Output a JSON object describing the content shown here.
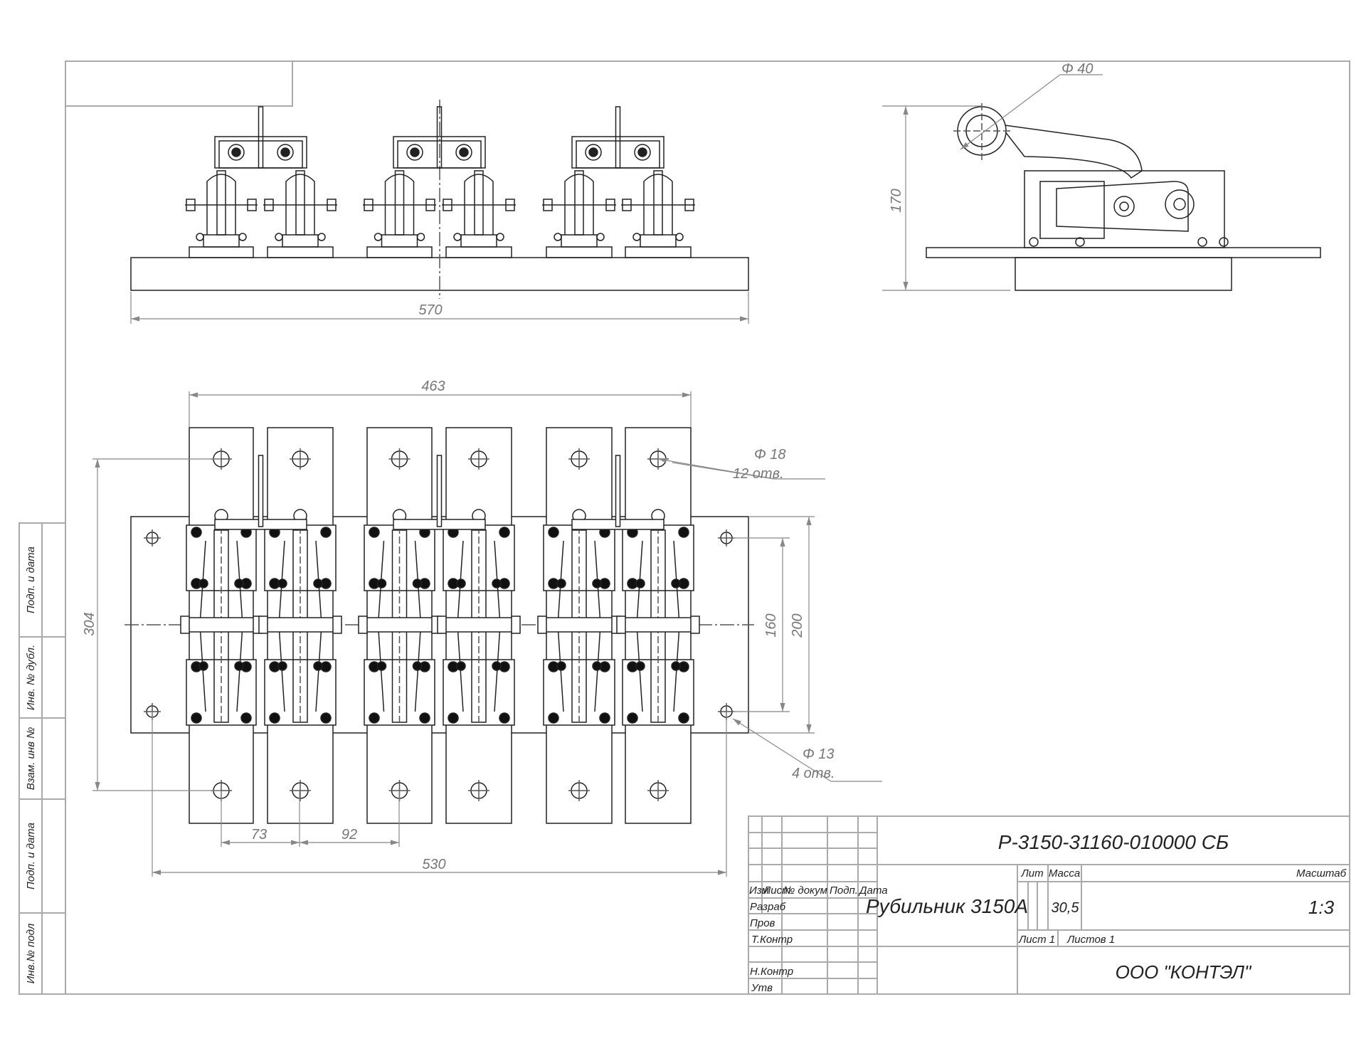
{
  "title_block": {
    "designation": "Р-3150-31160-010000 СБ",
    "name": "Рубильник 3150А",
    "company": "ООО \"КОНТЭЛ\"",
    "headers": {
      "izm": "Изм",
      "list": "Лист",
      "doc": "№ докум",
      "podp": "Подп.",
      "data": "Дата"
    },
    "roles": {
      "razrab": "Разраб",
      "prov": "Пров",
      "tkontr": "Т.Контр",
      "nkontr": "Н.Контр",
      "utv": "Утв"
    },
    "lit_label": "Лит",
    "mass_label": "Масса",
    "scale_label": "Масштаб",
    "mass": "30,5",
    "scale": "1:3",
    "sheet": "Лист 1",
    "sheets": "Листов 1"
  },
  "side_stamp": [
    "Подп. и дата",
    "Инв. № дубл.",
    "Взам. инв №",
    "Подп. и дата",
    "Инв.№ подл"
  ],
  "dimensions": {
    "front_width": "570",
    "side_height": "170",
    "handle_dia": "Φ 40",
    "busbar_span": "463",
    "hole18": "Φ 18",
    "hole18_count": "12 отв.",
    "busbar_height": "304",
    "mount_160": "160",
    "mount_200": "200",
    "hole13": "Φ 13",
    "hole13_count": "4 отв.",
    "pitch_73": "73",
    "pitch_92": "92",
    "mount_530": "530"
  },
  "colors": {
    "line": "#222222",
    "frame": "#aaaaaa",
    "dim": "#888888"
  }
}
